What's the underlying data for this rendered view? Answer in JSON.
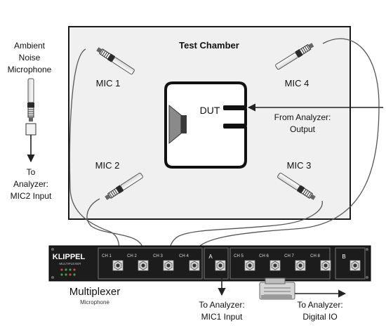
{
  "chamber": {
    "title": "Test Chamber",
    "fill": "#f0f0f0",
    "border": "#1a1a1a"
  },
  "dut": {
    "label": "DUT"
  },
  "mics": {
    "mic1": "MIC 1",
    "mic2": "MIC 2",
    "mic3": "MIC 3",
    "mic4": "MIC 4"
  },
  "ambient": {
    "label_line1": "Ambient",
    "label_line2": "Noise",
    "label_line3": "Microphone",
    "dest_line1": "To",
    "dest_line2": "Analyzer:",
    "dest_line3": "MIC2 Input"
  },
  "analyzer_output": {
    "line1": "From Analyzer:",
    "line2": "Output"
  },
  "multiplexer": {
    "brand": "KLIPPEL",
    "model_text": "MULTIPLEXER",
    "title": "Multiplexer",
    "subtitle": "Microphone",
    "channels_left": [
      "CH 1",
      "CH 2",
      "CH 3",
      "CH 4"
    ],
    "channels_right": [
      "CH 5",
      "CH 6",
      "CH 7",
      "CH 8"
    ],
    "out_a": "A",
    "out_b": "B",
    "body_color": "#1c1c1c"
  },
  "outputs": {
    "mic1_line1": "To Analyzer:",
    "mic1_line2": "MIC1 Input",
    "digital_line1": "To Analyzer:",
    "digital_line2": "Digital IO"
  },
  "icons": [
    "microphone-icon",
    "speaker-icon",
    "connector-icon",
    "arrow-icon"
  ]
}
